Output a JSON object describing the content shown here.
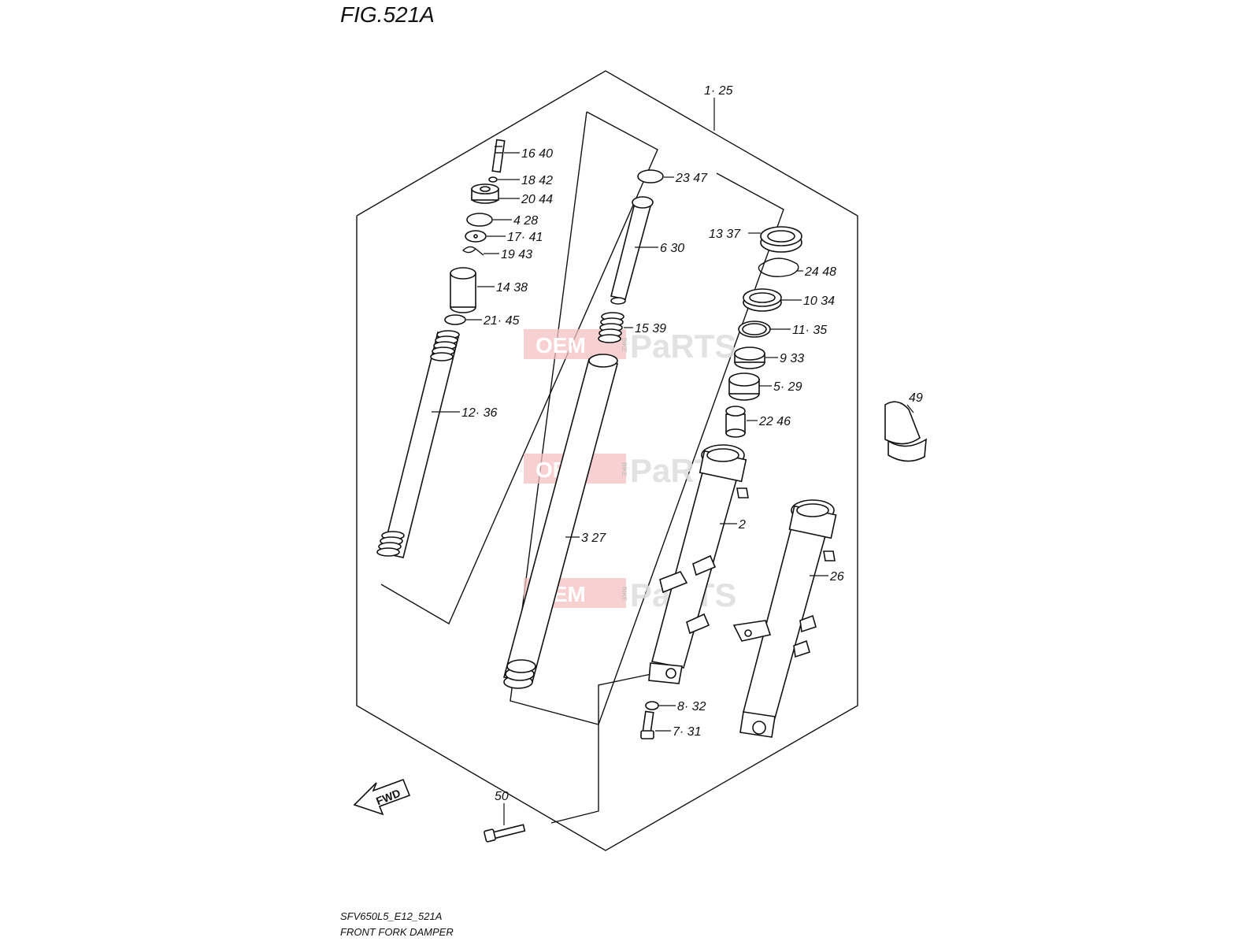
{
  "figure": {
    "title": "FIG.521A",
    "code": "SFV650L5_E12_521A",
    "caption": "FRONT FORK DAMPER"
  },
  "watermark": {
    "brand": "OEM",
    "tag": "BIKE",
    "suffix": "PaRTS",
    "color": "#e8a0a0"
  },
  "callouts": {
    "c1": "1· 25",
    "c2": "16 40",
    "c3": "18 42",
    "c4": "20 44",
    "c5": "4 28",
    "c6": "17· 41",
    "c7": "19 43",
    "c8": "14 38",
    "c9": "21· 45",
    "c10": "12· 36",
    "c11": "23 47",
    "c12": "6 30",
    "c13": "15 39",
    "c14": "3 27",
    "c15": "13 37",
    "c16": "24 48",
    "c17": "10 34",
    "c18": "11· 35",
    "c19": "9 33",
    "c20": "5· 29",
    "c21": "22 46",
    "c22": "2",
    "c23": "26",
    "c24": "49",
    "c25": "8· 32",
    "c26": "7· 31",
    "c27": "50"
  },
  "fwd": {
    "label": "FWD"
  }
}
